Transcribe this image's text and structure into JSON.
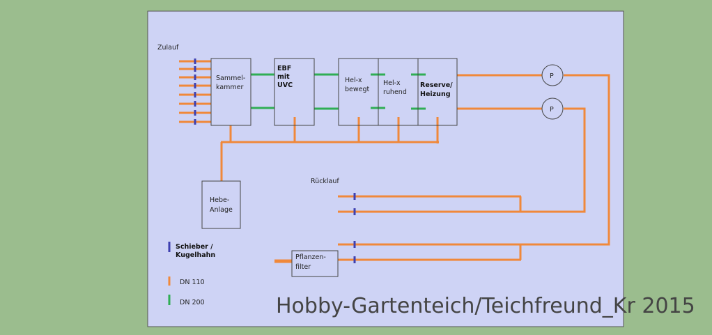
{
  "labels": {
    "inflow": "Zulauf",
    "return": "Rücklauf",
    "chamber_l1": "Sammel-",
    "chamber_l2": "kammer",
    "ebf_l1": "EBF",
    "ebf_l2": "mit",
    "ebf_l3": "UVC",
    "helx_moving_l1": "Hel-x",
    "helx_moving_l2": "bewegt",
    "helx_resting_l1": "Hel-x",
    "helx_resting_l2": "ruhend",
    "reserve_l1": "Reserve/",
    "reserve_l2": "Heizung",
    "pump1": "P",
    "pump2": "P",
    "lift_l1": "Hebe-",
    "lift_l2": "Anlage",
    "plant_l1": "Pflanzen-",
    "plant_l2": "filter"
  },
  "legend": {
    "valve_l1": "Schieber /",
    "valve_l2": "Kugelhahn",
    "dn110": "DN 110",
    "dn200": "DN 200"
  },
  "watermark": "Hobby-Gartenteich/Teichfreund_Kr 2015",
  "colors": {
    "page_bg": "#9bbd8e",
    "panel_bg": "#ced3f5",
    "pipe_dn110": "#f0883a",
    "pipe_dn200": "#2fae54",
    "valve": "#3d3fb0",
    "box_stroke": "#444444"
  }
}
